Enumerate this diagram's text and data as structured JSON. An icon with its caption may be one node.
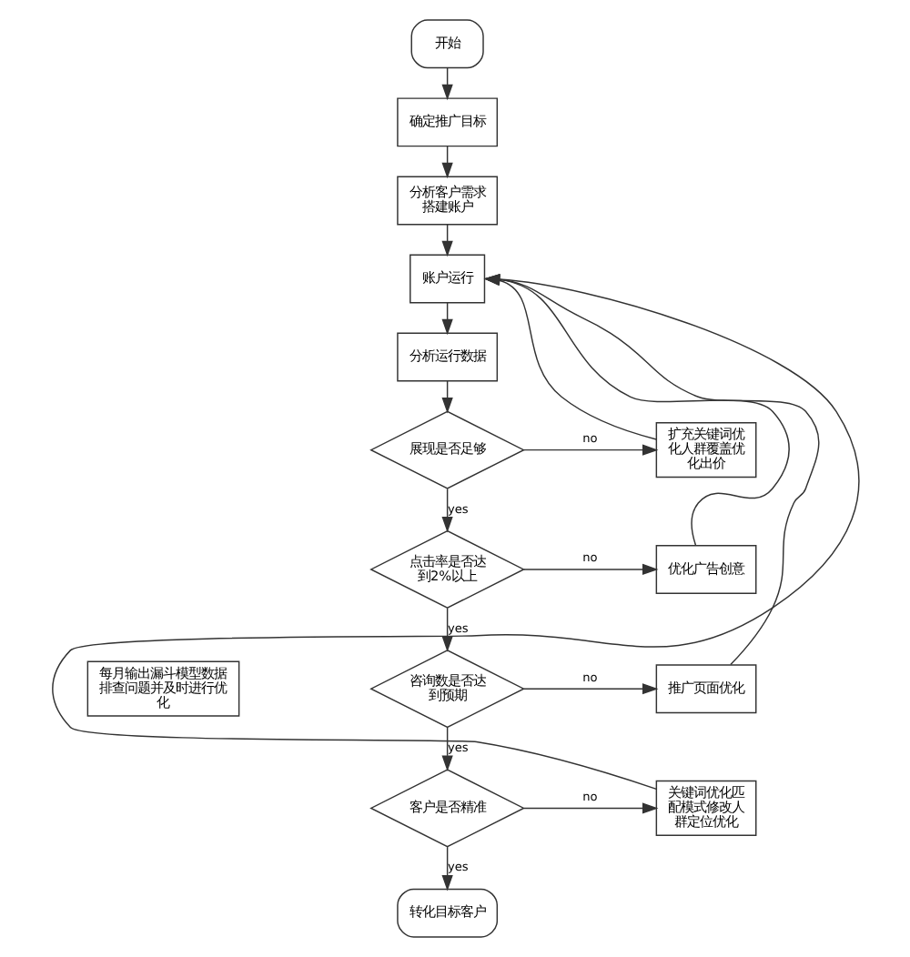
{
  "diagram": {
    "nodes": [
      {
        "text": [
          "开始"
        ]
      },
      {
        "text": [
          "确定推广目标"
        ]
      },
      {
        "text": [
          "分析客户需求搭建账户"
        ]
      },
      {
        "text": [
          "账户运行"
        ]
      },
      {
        "text": [
          "分析运行数据"
        ]
      },
      {
        "text": [
          "展现是否足够"
        ]
      },
      {
        "text": [
          "扩充关键词优化人群覆盖优化出价"
        ]
      },
      {
        "text": [
          "点击率是否达到2%以上"
        ]
      },
      {
        "text": [
          "优化广告创意"
        ]
      },
      {
        "text": [
          "咨询数是否达到预期"
        ]
      },
      {
        "text": [
          "推广页面优化"
        ]
      },
      {
        "text": [
          "客户是否精准"
        ]
      },
      {
        "text": [
          "关键词优化匹配模式修改人群定位优化"
        ]
      },
      {
        "text": [
          "转化目标客户"
        ]
      },
      {
        "text": [
          "每月输出漏斗模型数据排查问题并及时进行优化"
        ]
      }
    ],
    "edges": [
      {
        "from": 0,
        "to": 1,
        "arrow": "to"
      },
      {
        "from": 1,
        "to": 2,
        "arrow": "to"
      },
      {
        "from": 2,
        "to": 3,
        "arrow": "to"
      },
      {
        "from": 3,
        "to": 4,
        "arrow": "to"
      },
      {
        "from": 4,
        "to": 5,
        "arrow": "to"
      },
      {
        "from": 5,
        "to": 6,
        "arrow": "to",
        "label": "no"
      },
      {
        "from": 5,
        "to": 7,
        "arrow": "to",
        "label": "yes"
      },
      {
        "from": 7,
        "to": 8,
        "arrow": "to",
        "label": "no"
      },
      {
        "from": 7,
        "to": 9,
        "arrow": "to",
        "label": "yes"
      },
      {
        "from": 9,
        "to": 10,
        "arrow": "to",
        "label": "no"
      },
      {
        "from": 9,
        "to": 11,
        "arrow": "to",
        "label": "yes"
      },
      {
        "from": 11,
        "to": 12,
        "arrow": "to",
        "label": "no"
      },
      {
        "from": 11,
        "to": 13,
        "arrow": "to",
        "label": "yes"
      },
      {
        "from": 6,
        "to": 3,
        "arrow": "to"
      },
      {
        "from": 8,
        "to": 3,
        "arrow": "to"
      },
      {
        "from": 10,
        "to": 3,
        "arrow": "to"
      },
      {
        "from": 12,
        "to": 3,
        "arrow": "to"
      }
    ]
  }
}
